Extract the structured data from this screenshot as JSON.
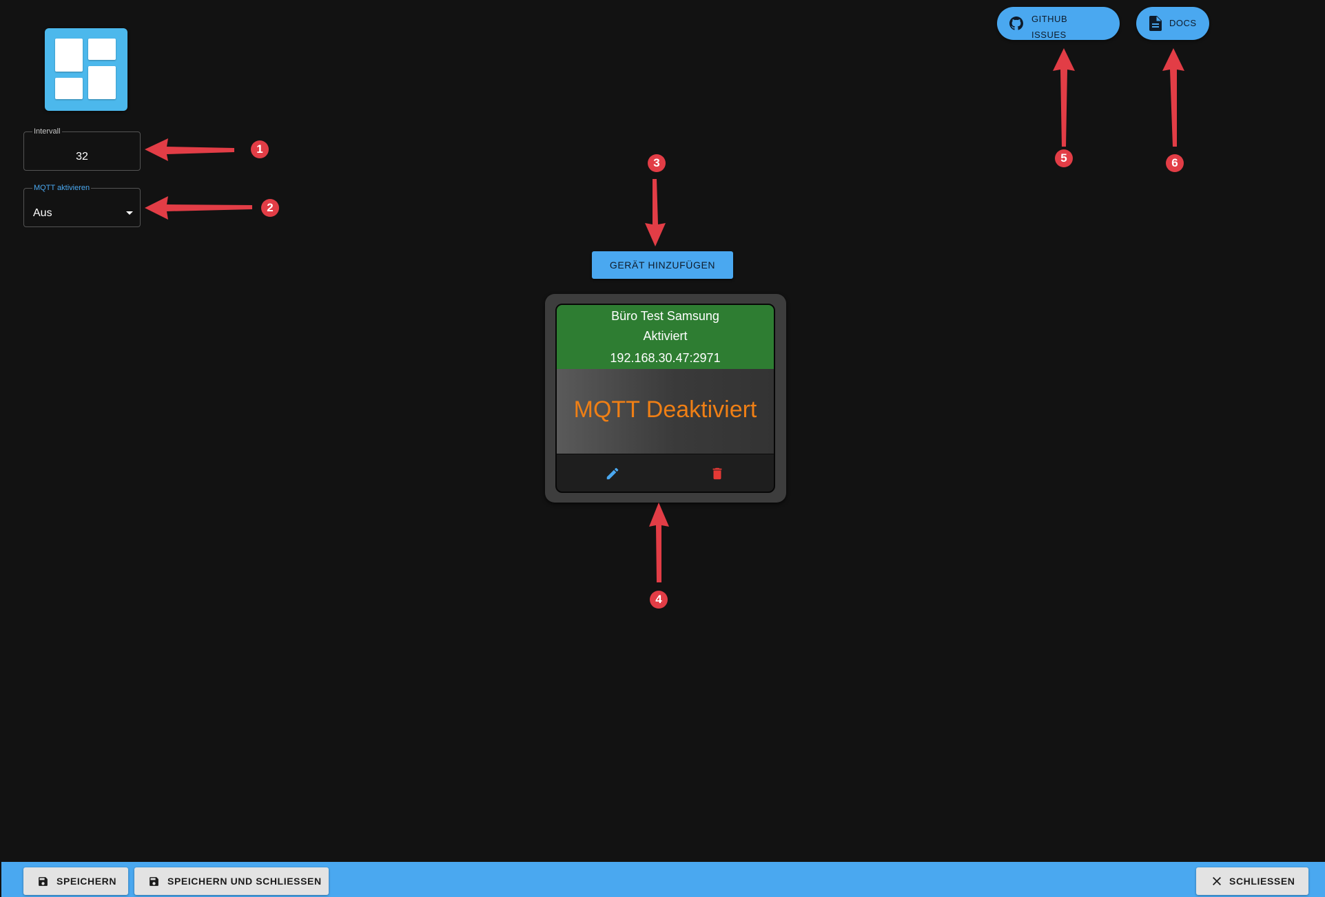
{
  "logo": {
    "icon": "dashboard-grid-icon",
    "color": "#4cb8ec"
  },
  "settings": {
    "interval": {
      "label": "Intervall",
      "value": "32"
    },
    "mqtt": {
      "label": "MQTT aktivieren",
      "selected": "Aus"
    }
  },
  "header_links": {
    "github": {
      "label_line1": "GITHUB",
      "label_line2": "ISSUES",
      "icon": "github-icon"
    },
    "docs": {
      "label": "DOCS",
      "icon": "document-icon"
    }
  },
  "main": {
    "add_device_label": "GERÄT HINZUFÜGEN",
    "device_card": {
      "name": "Büro Test Samsung",
      "state": "Aktiviert",
      "address": "192.168.30.47:2971",
      "status": "MQTT Deaktiviert",
      "edit_icon": "pencil-icon",
      "delete_icon": "trash-icon"
    }
  },
  "footer": {
    "save_label": "SPEICHERN",
    "save_close_label": "SPEICHERN UND SCHLIESSEN",
    "close_label": "SCHLIESSEN"
  },
  "annotations": {
    "markers": [
      "1",
      "2",
      "3",
      "4",
      "5",
      "6"
    ],
    "color": "#e23d46"
  },
  "colors": {
    "accent": "#4aa8f0",
    "card_header": "#2e7d32",
    "status_text": "#ef7f15",
    "delete": "#e53935"
  }
}
